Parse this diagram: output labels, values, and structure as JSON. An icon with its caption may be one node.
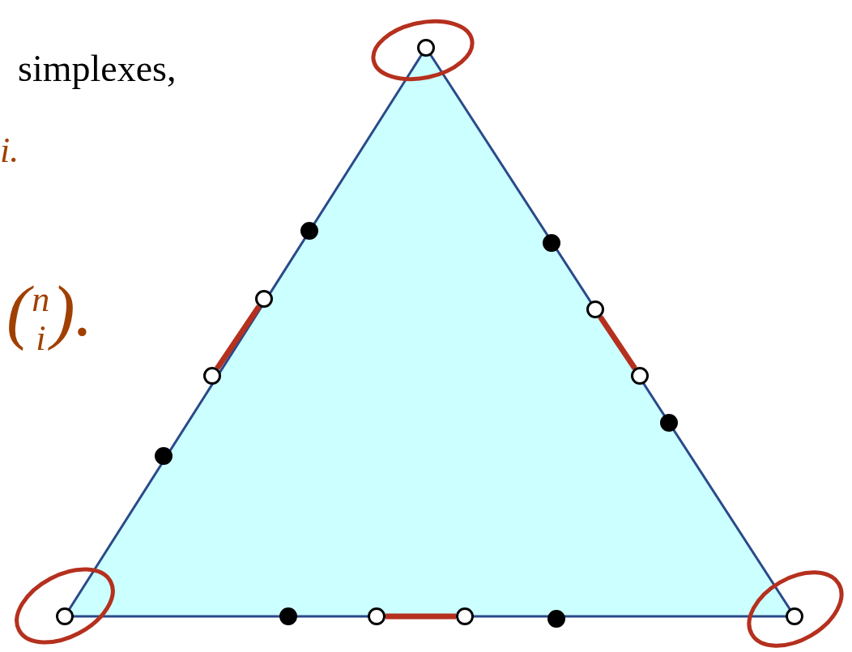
{
  "diagram": {
    "nodes": [
      {
        "text": [],
        "shape": "circle"
      },
      {
        "text": [],
        "shape": "dot"
      },
      {
        "text": [],
        "shape": "dot"
      },
      {
        "text": [],
        "shape": "circle"
      },
      {
        "text": [],
        "shape": "circle"
      },
      {
        "text": [],
        "shape": "circle"
      },
      {
        "text": [],
        "shape": "circle"
      },
      {
        "text": [],
        "shape": "dot"
      },
      {
        "text": [],
        "shape": "dot"
      },
      {
        "text": [],
        "shape": "circle"
      },
      {
        "text": [],
        "shape": "dot"
      },
      {
        "text": [],
        "shape": "circle"
      },
      {
        "text": [],
        "shape": "circle"
      },
      {
        "text": [],
        "shape": "dot"
      },
      {
        "text": [],
        "shape": "circle"
      }
    ],
    "edges": [
      {
        "from": 3,
        "to": 5,
        "arrow": "none"
      },
      {
        "from": 4,
        "to": 6,
        "arrow": "none"
      },
      {
        "from": 11,
        "to": 12,
        "arrow": "none"
      }
    ],
    "labels": [
      "simplexes,",
      "i.",
      "($^{n}$$_{i}$)."
    ]
  }
}
